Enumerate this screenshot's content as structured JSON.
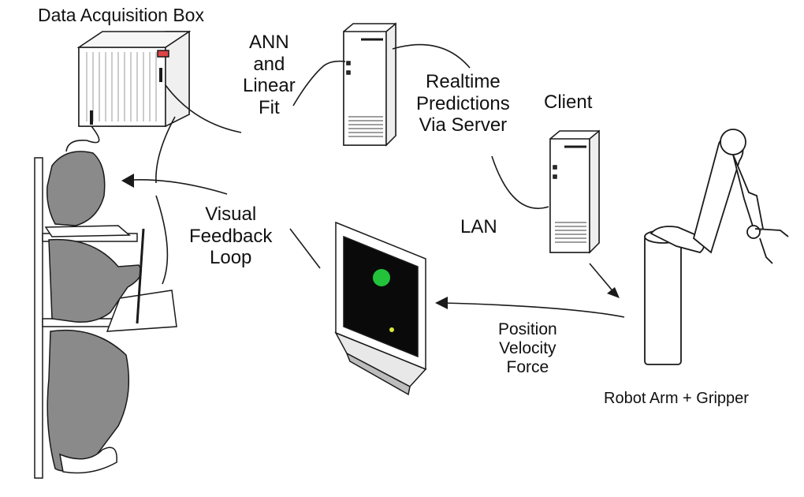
{
  "labels": {
    "daq_box": "Data Acquisition Box",
    "ann_fit": "ANN\nand\nLinear\nFit",
    "realtime": "Realtime\nPredictions\nVia Server",
    "client": "Client",
    "lan": "LAN",
    "visual_feedback": "Visual\nFeedback\nLoop",
    "pvf": "Position\nVelocity\nForce",
    "robot": "Robot Arm + Gripper"
  },
  "colors": {
    "line": "#1a1a1a",
    "monkey_fill": "#8a8a8a",
    "screen": "#0a0a0a",
    "target": "#22c23a",
    "cursor": "#d7ea3a"
  }
}
